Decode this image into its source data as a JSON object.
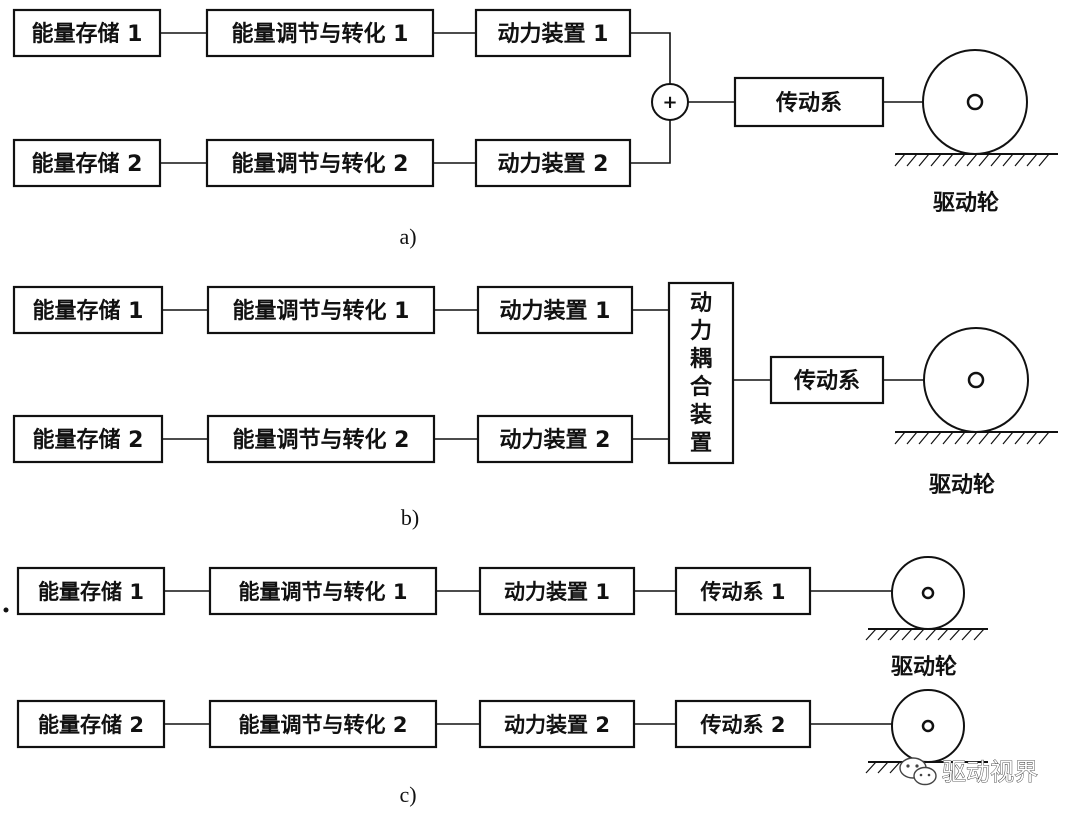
{
  "diagram_a": {
    "energy_storage_1": "能量存储 1",
    "regulation_1": "能量调节与转化 1",
    "power_device_1": "动力装置 1",
    "energy_storage_2": "能量存储 2",
    "regulation_2": "能量调节与转化 2",
    "power_device_2": "动力装置 2",
    "sum_symbol": "+",
    "transmission": "传动系",
    "wheel_label": "驱动轮",
    "caption": "a)"
  },
  "diagram_b": {
    "energy_storage_1": "能量存储 1",
    "regulation_1": "能量调节与转化 1",
    "power_device_1": "动力装置 1",
    "energy_storage_2": "能量存储 2",
    "regulation_2": "能量调节与转化 2",
    "power_device_2": "动力装置 2",
    "coupler_chars": [
      "动",
      "力",
      "耦",
      "合",
      "装",
      "置"
    ],
    "transmission": "传动系",
    "wheel_label": "驱动轮",
    "caption": "b)"
  },
  "diagram_c": {
    "energy_storage_1": "能量存储 1",
    "regulation_1": "能量调节与转化 1",
    "power_device_1": "动力装置 1",
    "transmission_1": "传动系 1",
    "energy_storage_2": "能量存储 2",
    "regulation_2": "能量调节与转化 2",
    "power_device_2": "动力装置 2",
    "transmission_2": "传动系 2",
    "wheel_label": "驱动轮",
    "caption": "c)"
  },
  "watermark": {
    "text": "驱动视界",
    "icon": "wechat-icon"
  }
}
